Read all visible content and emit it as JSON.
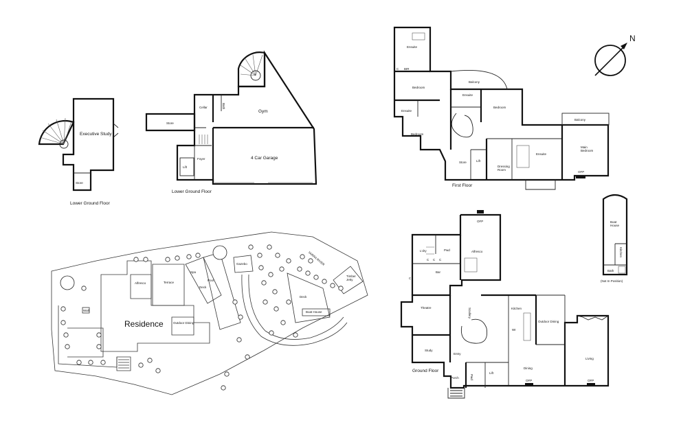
{
  "compass": {
    "label": "N"
  },
  "captions": {
    "lower_ground_study": "Lower Ground Floor",
    "lower_ground_garage": "Lower Ground Floor",
    "first_floor": "First Floor",
    "ground_floor": "Ground Floor",
    "not_in_position": "(Not In Position)"
  },
  "rooms": {
    "executive_study": "Executive Study",
    "store_study": "Store",
    "store_garage": "Store",
    "cellar": "Cellar",
    "bath_lg": "Bath",
    "gym": "Gym",
    "garage": "4 Car Garage",
    "foyer": "Foyer",
    "lift_lg": "Lift",
    "ensuite_top": "Ensuite",
    "bir": "BIR",
    "bir_c": "C",
    "bedroom_1": "Bedroom",
    "balcony_1": "Balcony",
    "ensuite_mid": "Ensuite",
    "ensuite_left": "Ensuite",
    "bedroom_2": "Bedroom",
    "bedroom_3": "Bedroom",
    "balcony_2": "Balcony",
    "main_bedroom": "Main\nBedroom",
    "store_ff": "Store",
    "lift_ff": "Lift",
    "dressing_room": "Dressing\nRoom",
    "ensuite_main": "Ensuite",
    "ofp_ff": "OFP",
    "ofp_alfresco": "OFP",
    "alfresco": "Alfresco",
    "laundry": "L'dry",
    "pwd_top": "Pwd",
    "c1": "C",
    "c2": "C",
    "c3": "C",
    "c4": "C",
    "bar": "Bar",
    "theatre": "Theatre",
    "scullery": "Scullery",
    "kitchen": "Kitchen",
    "wi": "WI",
    "outdoor_dining": "Outdoor Dining",
    "study": "Study",
    "entry": "Entry",
    "living": "Living",
    "dining": "Dining",
    "porch": "Porch",
    "pwd_bottom": "Pwd",
    "lift_gf": "Lift",
    "ofp_dining": "OFP",
    "ofp_living": "OFP",
    "boat_house": "Boat\nHouse",
    "kitchen_bh": "Kitchen",
    "bath_bh": "Bath"
  },
  "site": {
    "residence": "Residence",
    "alfresco": "Alfresco",
    "terrace": "Terrace",
    "outdoor_dining": "Outdoor Dining",
    "spa": "Spa",
    "pool": "Pool",
    "deck_pool": "Deck",
    "gazebo": "Gazebo",
    "deck_river": "Deck",
    "boat_house": "Boat House",
    "yarra_river": "YARRA RIVER",
    "timber_jetty": "Timber\nJetty",
    "wall_label": "Wall"
  }
}
